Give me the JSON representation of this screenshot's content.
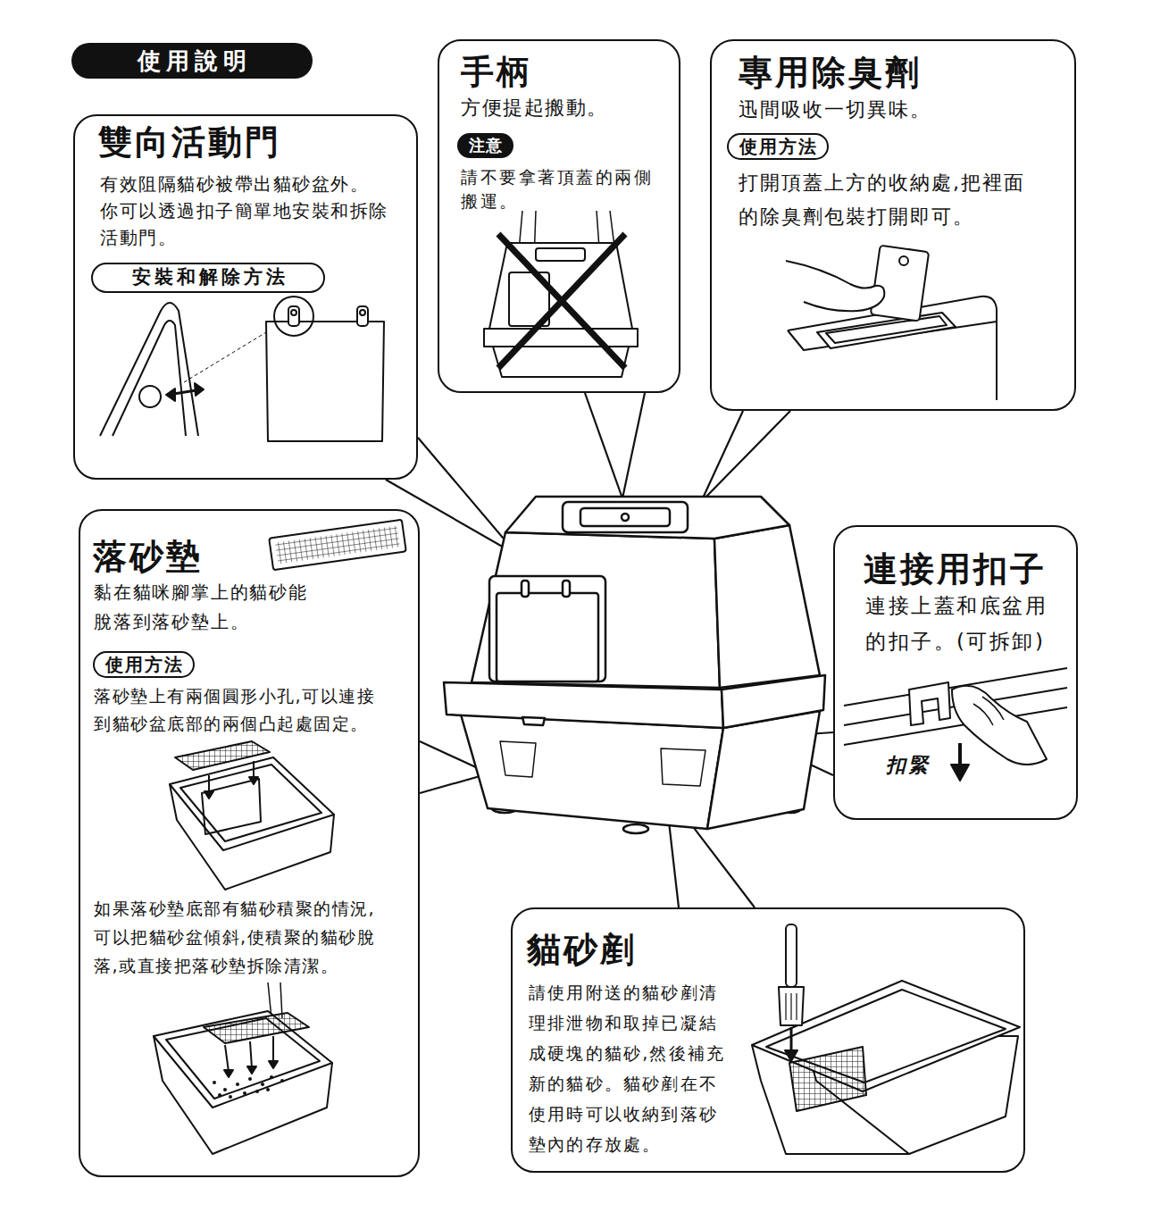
{
  "diagram": {
    "title": "使用說明",
    "nodes": [
      {
        "text": [
          "雙向活動門",
          "有效阻隔貓砂被帶出貓砂盆外。 你可以透過扣子簡單地安裝和拆除 活動門。"
        ]
      },
      {
        "text": [
          "安裝和解除方法"
        ],
        "in": 0
      },
      {
        "text": [
          "手柄",
          "方便提起搬動。",
          "請不要拿著頂蓋的兩側 搬運。"
        ]
      },
      {
        "text": [
          "注意"
        ],
        "in": 2
      },
      {
        "text": [
          "專用除臭劑",
          "迅間吸收一切異味。",
          "打開頂蓋上方的收納處,把裡面 的除臭劑包裝打開即可。"
        ]
      },
      {
        "text": [
          "使用方法"
        ],
        "in": 4
      },
      {
        "text": [
          "落砂墊",
          "黏在貓咪腳掌上的貓砂能 脫落到落砂墊上。",
          "落砂墊上有兩個圓形小孔,可以連接 到貓砂盆底部的兩個凸起處固定。",
          "如果落砂墊底部有貓砂積聚的情況, 可以把貓砂盆傾斜,使積聚的貓砂脫 落,或直接把落砂墊拆除清潔。"
        ]
      },
      {
        "text": [
          "使用方法"
        ],
        "in": 6
      },
      {
        "text": [
          "連接用扣子",
          "連接上蓋和底盆用 的扣子。(可拆卸)"
        ]
      },
      {
        "text": [
          "貓砂剷",
          "請使用附送的貓砂剷清 理排泄物和取掉已凝結 成硬塊的貓砂,然後補充 新的貓砂。貓砂剷在不 使用時可以收納到落砂 墊內的存放處。"
        ]
      }
    ],
    "labels": [
      "扣緊"
    ]
  }
}
